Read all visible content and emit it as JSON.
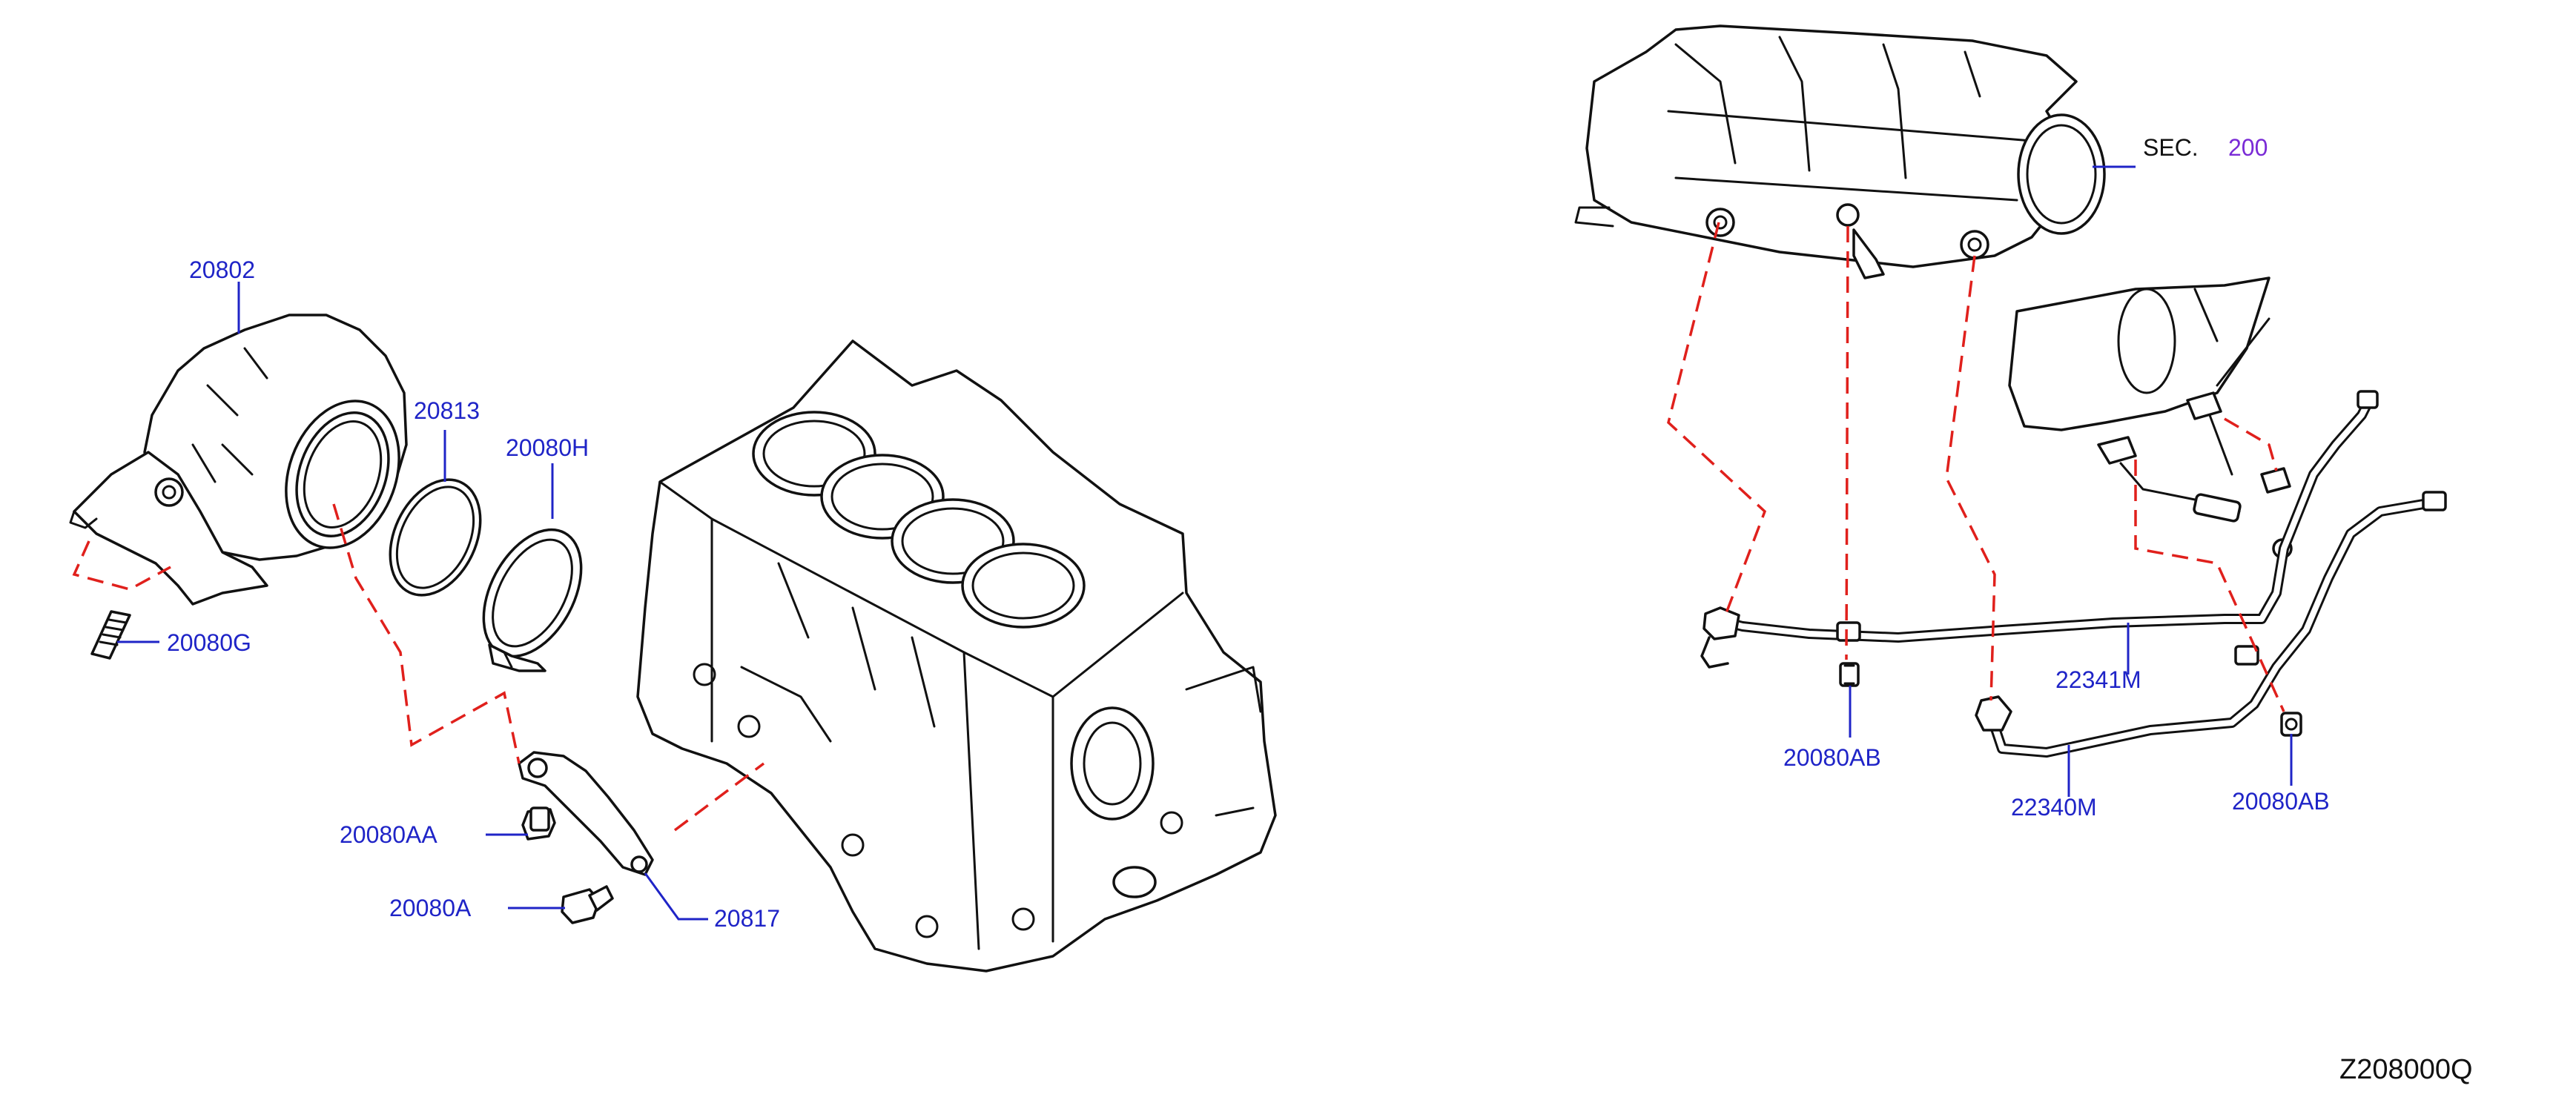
{
  "diagram_code": "Z208000Q",
  "section_ref": {
    "prefix": "SEC.",
    "number": "200"
  },
  "parts": {
    "p20802": "20802",
    "p20813": "20813",
    "p20080H": "20080H",
    "p20080G": "20080G",
    "p20080AA": "20080AA",
    "p20080A": "20080A",
    "p20817": "20817",
    "p20080AB_left": "20080AB",
    "p22341M": "22341M",
    "p22340M": "22340M",
    "p20080AB_right": "20080AB"
  },
  "colors": {
    "label": "#1f24c7",
    "dashed_leader": "#e0201c",
    "section_number": "#7a2bd6",
    "line_art": "#111111"
  }
}
